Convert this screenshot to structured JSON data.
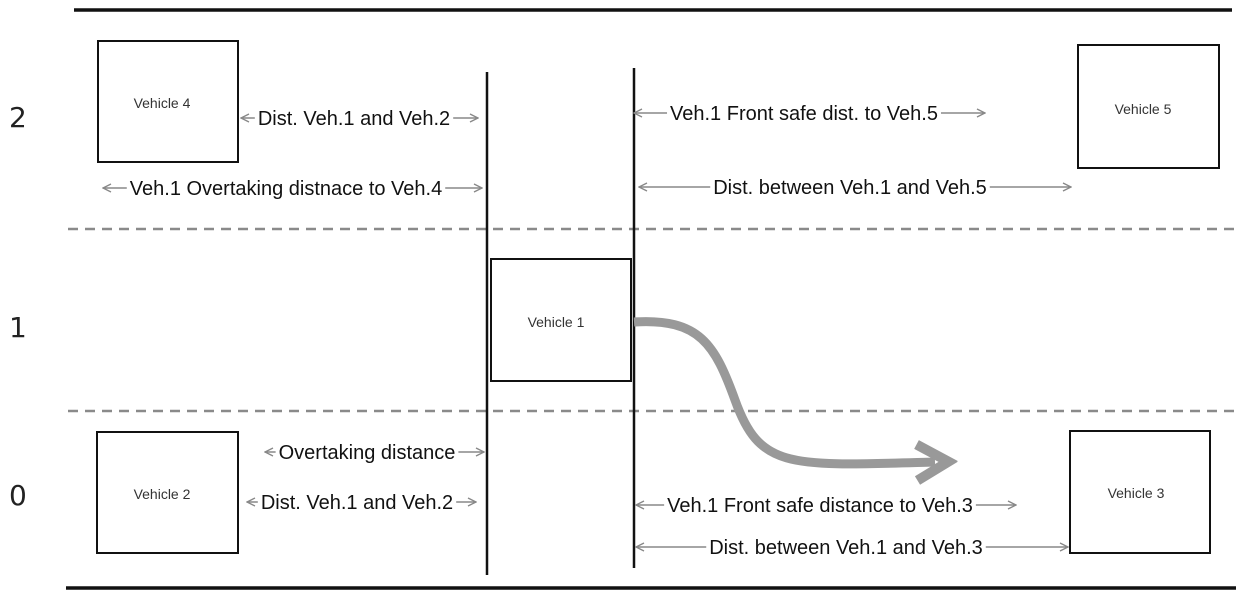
{
  "lanes": [
    "2",
    "1",
    "0"
  ],
  "vehicles": {
    "v1": "Vehicle 1",
    "v2": "Vehicle 2",
    "v3": "Vehicle 3",
    "v4": "Vehicle 4",
    "v5": "Vehicle 5"
  },
  "distances": {
    "lane2_dist_v1_v2": "Dist. Veh.1 and Veh.2",
    "lane2_overtaking_v4": "Veh.1  Overtaking distnace to Veh.4",
    "lane2_front_safe_v5": "Veh.1 Front safe dist. to Veh.5",
    "lane2_dist_between_v1_v5": "Dist. between Veh.1 and Veh.5",
    "lane0_overtaking": "Overtaking distance",
    "lane0_dist_v1_v2": "Dist. Veh.1 and Veh.2",
    "lane0_front_safe_v3": "Veh.1 Front safe distance to Veh.3",
    "lane0_dist_between_v1_v3": "Dist. between Veh.1 and Veh.3"
  },
  "colors": {
    "lines": "#111111",
    "lane_divider": "#8a8a8a",
    "dimension_arrows": "#888888",
    "trajectory_arrow": "#999999"
  }
}
